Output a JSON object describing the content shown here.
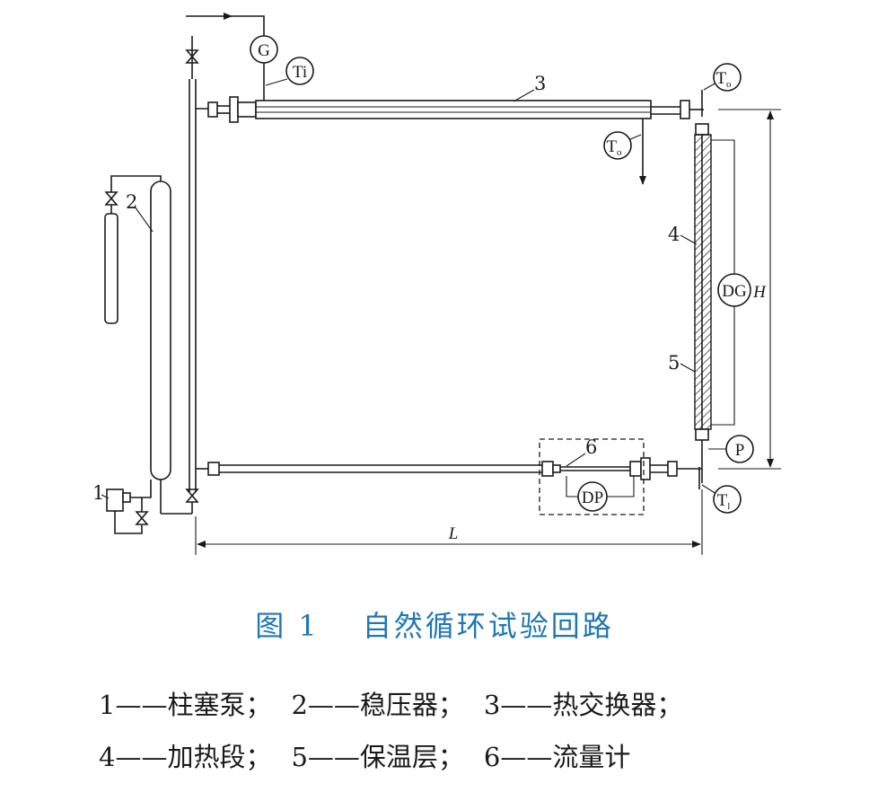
{
  "diagram": {
    "labels": {
      "n1": "1",
      "n2": "2",
      "n3": "3",
      "n4": "4",
      "n5": "5",
      "n6": "6",
      "G": "G",
      "Ti": "Ti",
      "To": "T",
      "To_sub": "o",
      "Tl": "T",
      "Tl_sub": "l",
      "DG": "DG",
      "DP": "DP",
      "P": "P",
      "H": "H",
      "L": "L"
    }
  },
  "caption": {
    "number": "图 1",
    "title": "自然循环试验回路"
  },
  "legend": {
    "row1": [
      "1——柱塞泵；",
      "2——稳压器；",
      "3——热交换器；"
    ],
    "row2": [
      "4——加热段；",
      "5——保温层；",
      "6——流量计"
    ]
  }
}
